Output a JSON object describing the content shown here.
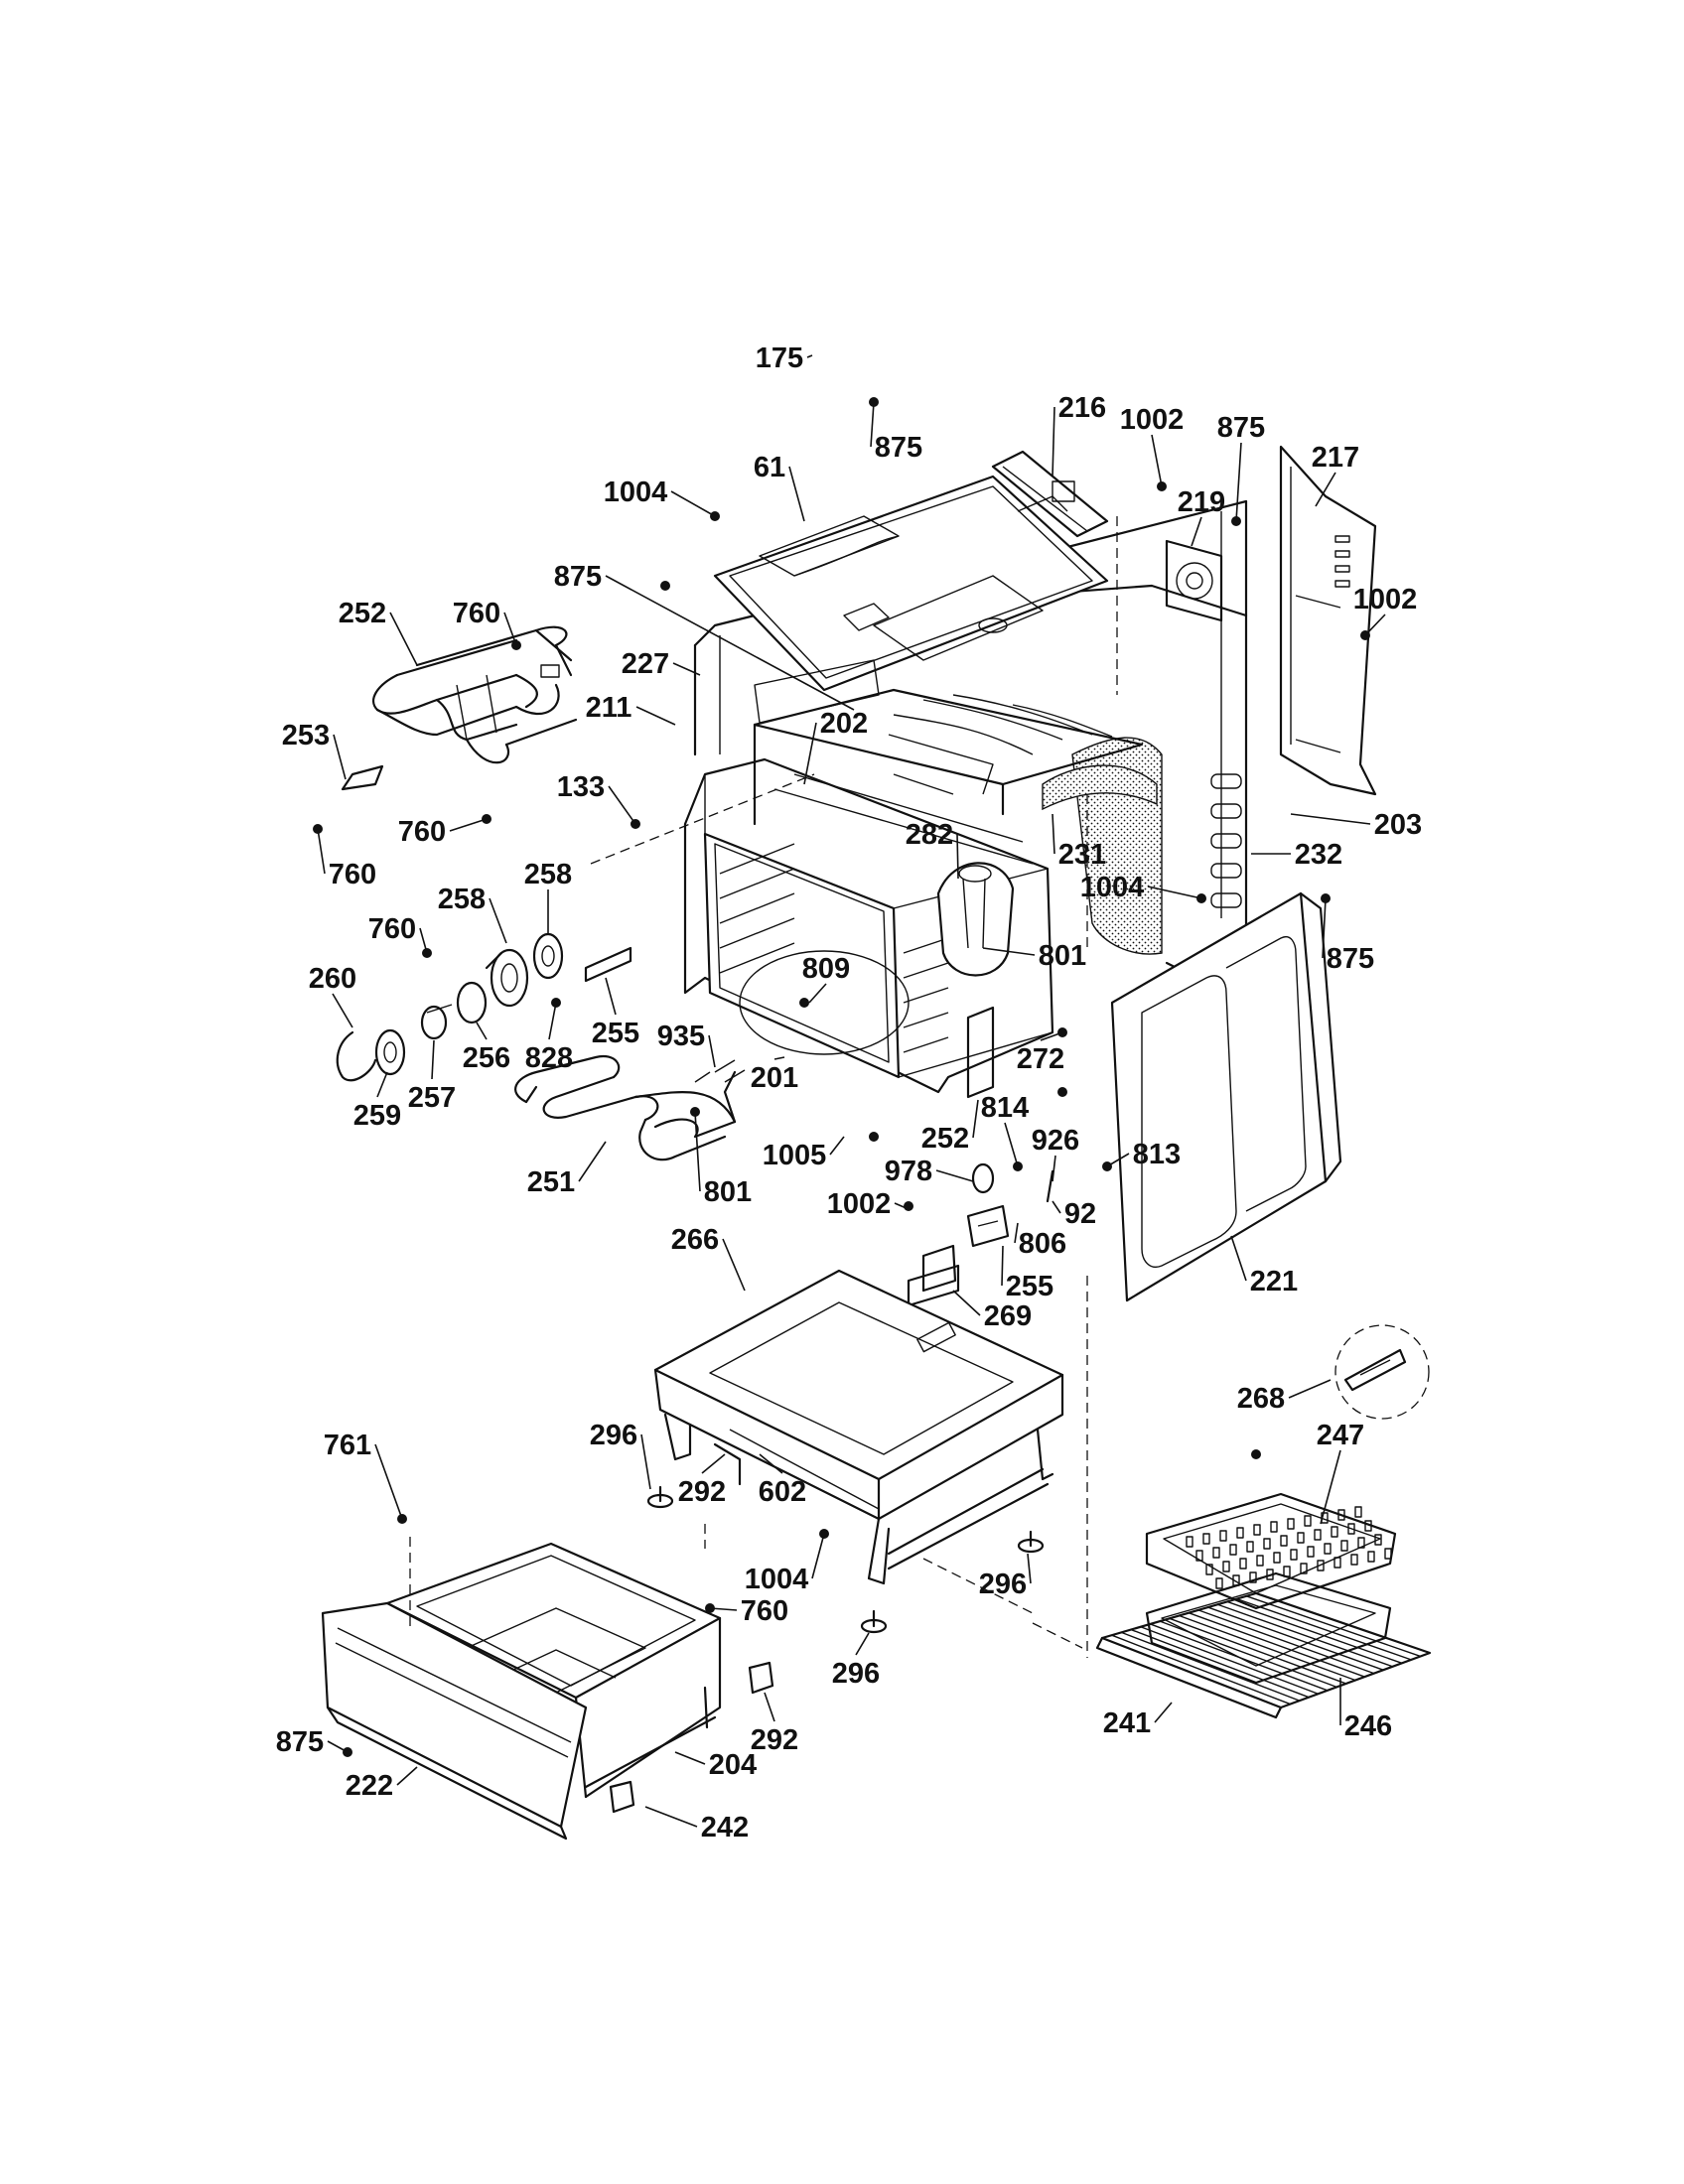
{
  "labels": [
    "175",
    "875",
    "216",
    "1002",
    "875",
    "217",
    "61",
    "1004",
    "219",
    "1002",
    "875",
    "252",
    "760",
    "227",
    "211",
    "202",
    "203",
    "253",
    "133",
    "760",
    "231",
    "232",
    "760",
    "282",
    "1004",
    "258",
    "258",
    "875",
    "760",
    "801",
    "260",
    "809",
    "255",
    "256",
    "828",
    "935",
    "272",
    "259",
    "257",
    "252",
    "201",
    "814",
    "926",
    "813",
    "251",
    "801",
    "1005",
    "978",
    "1002",
    "92",
    "806",
    "255",
    "221",
    "266",
    "269",
    "268",
    "296",
    "292",
    "602",
    "247",
    "761",
    "1004",
    "296",
    "296",
    "760",
    "292",
    "241",
    "246",
    "875",
    "222",
    "204",
    "242"
  ]
}
